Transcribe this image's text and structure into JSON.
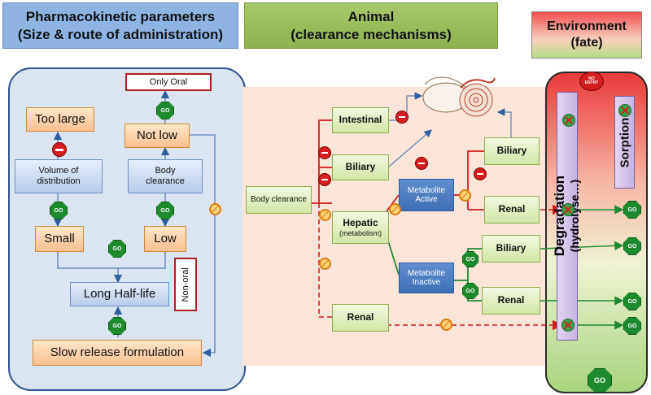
{
  "headers": {
    "pk_line1": "Pharmacokinetic parameters",
    "pk_line2": "(Size & route of administration)",
    "animal_line1": "Animal",
    "animal_line2": "(clearance mechanisms)",
    "env_line1": "Environment",
    "env_line2": "(fate)"
  },
  "pk": {
    "only_oral": "Only Oral",
    "too_large": "Too large",
    "not_low": "Not low",
    "volume_line1": "Volume of",
    "volume_line2": "distribution",
    "body_clear_line1": "Body",
    "body_clear_line2": "clearance",
    "small": "Small",
    "low": "Low",
    "long_half_life": "Long Half-life",
    "non_oral": "Non-oral",
    "slow_release": "Slow release  formulation"
  },
  "animal": {
    "body_clearance": "Body clearance",
    "intestinal": "Intestinal",
    "biliary": "Biliary",
    "hepatic": "Hepatic",
    "metabolism": "(metabolism)",
    "renal": "Renal",
    "metabolite_active_l1": "Metabolite",
    "metabolite_active_l2": "Active",
    "metabolite_inactive_l1": "Metabolite",
    "metabolite_inactive_l2": "Inactive",
    "active_biliary": "Biliary",
    "active_renal": "Renal",
    "inactive_biliary": "Biliary",
    "inactive_renal": "Renal"
  },
  "env": {
    "degradation": "Degradation",
    "hydrolyse": "(hydrolyse…)",
    "sorption": "Sorption"
  },
  "signs": {
    "go": "GO",
    "no": "NO",
    "entry": "ENTRY"
  }
}
